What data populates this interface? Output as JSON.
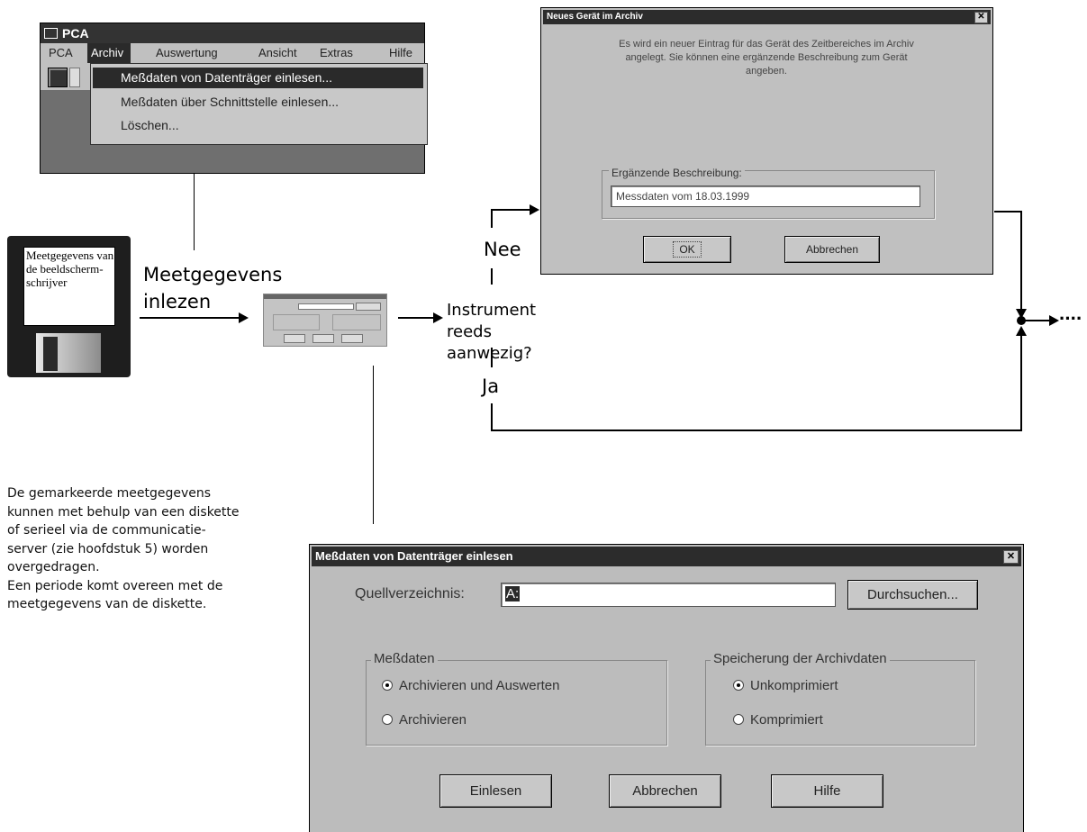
{
  "menu_window": {
    "title": "PCA",
    "menubar": [
      "PCA",
      "Archiv",
      "Auswertung",
      "Ansicht",
      "Extras",
      "Hilfe"
    ],
    "items": [
      "Meßdaten von Datenträger einlesen...",
      "Meßdaten über Schnittstelle einlesen...",
      "Löschen..."
    ]
  },
  "floppy": {
    "label": "Meetgegevens van de beeldscherm-schrijver"
  },
  "flow": {
    "read_label": "Meetgegevens inlezen",
    "question": "Instrument reeds aanwezig?",
    "no": "Nee",
    "yes": "Ja",
    "continuation": "····"
  },
  "new_device_dialog": {
    "title": "Neues Gerät im Archiv",
    "message": "Es wird ein neuer Eintrag für das Gerät des Zeitbereiches im Archiv angelegt. Sie können eine ergänzende Beschreibung zum Gerät angeben.",
    "group_label": "Ergänzende Beschreibung:",
    "description_value": "Messdaten vom 18.03.1999",
    "ok": "OK",
    "cancel": "Abbrechen"
  },
  "description": {
    "paragraph1": "De gemarkeerde meetgegevens kunnen met behulp van een diskette of serieel via de communicatie-server (zie hoofdstuk 5) worden overgedragen.",
    "paragraph2": "Een periode komt overeen met de meetgegevens van de diskette."
  },
  "main_dialog": {
    "title": "Meßdaten von Datenträger einlesen",
    "source_label": "Quellverzeichnis:",
    "source_value": "A:",
    "browse": "Durchsuchen...",
    "group1": {
      "label": "Meßdaten",
      "options": [
        "Archivieren und Auswerten",
        "Archivieren"
      ],
      "selected": 0
    },
    "group2": {
      "label": "Speicherung der Archivdaten",
      "options": [
        "Unkomprimiert",
        "Komprimiert"
      ],
      "selected": 0
    },
    "buttons": [
      "Einlesen",
      "Abbrechen",
      "Hilfe"
    ]
  }
}
